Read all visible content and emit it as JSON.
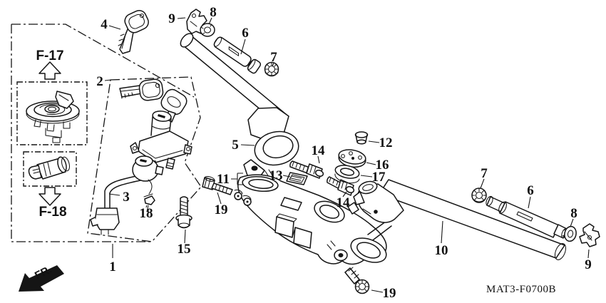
{
  "diagram": {
    "footer": {
      "part_code": "MAT3-F0700B",
      "front_marker": "FR."
    },
    "references": {
      "fuel_lid": "F-17",
      "seat_lock": "F-18"
    },
    "callouts": {
      "lock_set": "1",
      "key_cylinder_set": "2",
      "ignition_switch": "3",
      "key_blank": "4",
      "handle_holder_left": "5",
      "handle_grip_left": "6",
      "handle_grip_right": "6",
      "lock_nut_left": "7",
      "lock_nut_right": "7",
      "grip_ring_left": "8",
      "grip_ring_right": "8",
      "harness_clamp_left": "9",
      "harness_clamp_right": "9",
      "handle_pipe_right": "10",
      "top_bridge": "11",
      "cap": "12",
      "setting_plate": "13",
      "flange_bolt_upper": "14",
      "flange_bolt_lower": "14",
      "hex_bolt": "15",
      "steering_stem_nut": "16",
      "washer": "17",
      "rivet": "18",
      "socket_bolt_left": "19",
      "socket_bolt_lower": "19"
    }
  }
}
